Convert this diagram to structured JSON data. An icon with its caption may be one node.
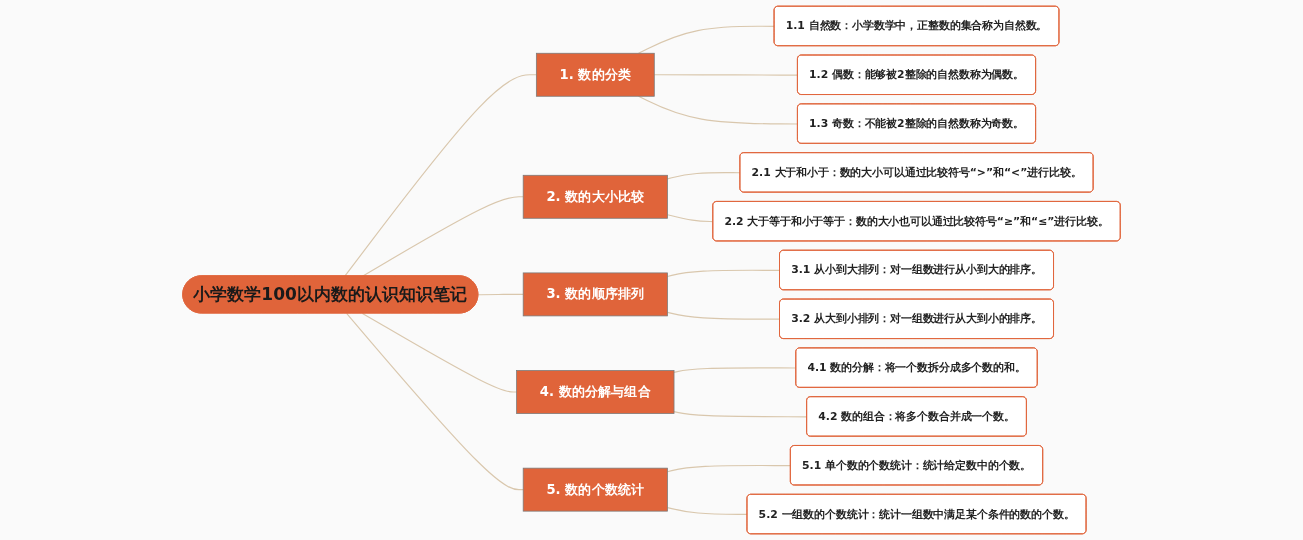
{
  "diagram": {
    "nodes": [
      {
        "text": [
          "小学数学100以内数的认识知识笔记"
        ]
      },
      {
        "text": [
          "1. 数的分类"
        ]
      },
      {
        "text": [
          "1.1 自然数：小学数学中，正整数的集合称为自然数。"
        ]
      },
      {
        "text": [
          "1.2 偶数：能够被2整除的自然数称为偶数。"
        ]
      },
      {
        "text": [
          "1.3 奇数：不能被2整除的自然数称为奇数。"
        ]
      },
      {
        "text": [
          "2. 数的大小比较"
        ]
      },
      {
        "text": [
          "2.1 大于和小于：数的大小可以通过比较符号“>”和“<”进行比较。"
        ]
      },
      {
        "text": [
          "2.2 大于等于和小于等于：数的大小也可以通过比较符号“≥”和“≤”进行比较。"
        ]
      },
      {
        "text": [
          "3. 数的顺序排列"
        ]
      },
      {
        "text": [
          "3.1 从小到大排列：对一组数进行从小到大的排序。"
        ]
      },
      {
        "text": [
          "3.2 从大到小排列：对一组数进行从大到小的排序。"
        ]
      },
      {
        "text": [
          "4. 数的分解与组合"
        ]
      },
      {
        "text": [
          "4.1 数的分解：将一个数拆分成多个数的和。"
        ]
      },
      {
        "text": [
          "4.2 数的组合：将多个数合并成一个数。"
        ]
      },
      {
        "text": [
          "5. 数的个数统计"
        ]
      },
      {
        "text": [
          "5.1 单个数的个数统计：统计给定数中的个数。"
        ]
      },
      {
        "text": [
          "5.2 一组数的个数统计：统计一组数中满足某个条件的数的个数。"
        ]
      }
    ],
    "edges": [
      {
        "from": 0,
        "to": 1,
        "arrow": "none"
      },
      {
        "from": 1,
        "to": 2,
        "arrow": "none"
      },
      {
        "from": 1,
        "to": 3,
        "arrow": "none"
      },
      {
        "from": 1,
        "to": 4,
        "arrow": "none"
      },
      {
        "from": 0,
        "to": 5,
        "arrow": "none"
      },
      {
        "from": 5,
        "to": 6,
        "arrow": "none"
      },
      {
        "from": 5,
        "to": 7,
        "arrow": "none"
      },
      {
        "from": 0,
        "to": 8,
        "arrow": "none"
      },
      {
        "from": 8,
        "to": 9,
        "arrow": "none"
      },
      {
        "from": 8,
        "to": 10,
        "arrow": "none"
      },
      {
        "from": 0,
        "to": 11,
        "arrow": "none"
      },
      {
        "from": 11,
        "to": 12,
        "arrow": "none"
      },
      {
        "from": 11,
        "to": 13,
        "arrow": "none"
      },
      {
        "from": 0,
        "to": 14,
        "arrow": "none"
      },
      {
        "from": 14,
        "to": 15,
        "arrow": "none"
      },
      {
        "from": 14,
        "to": 16,
        "arrow": "none"
      }
    ]
  }
}
